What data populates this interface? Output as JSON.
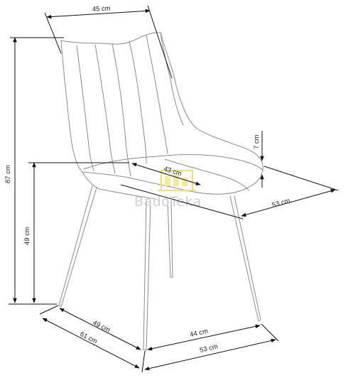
{
  "colors": {
    "background": "#ffffff",
    "outline": "#8c8c8c",
    "dimension_line": "#111111",
    "watermark_text": "#cfcfcf",
    "watermark_logo": "#f1e06a"
  },
  "dimensions": {
    "seat_back_width": "45 cm",
    "total_height": "87 cm",
    "seat_height": "49 cm",
    "backrest_curve_depth": "7 cm",
    "seat_width": "43 cm",
    "seat_depth": "53 cm",
    "base_depth_inner": "49 cm",
    "base_depth_outer": "61 cm",
    "base_width_inner": "44 cm",
    "base_width_outer": "53 cm"
  },
  "watermark": {
    "text": "BadoTeka",
    "logo_icon": "building-logo-icon"
  }
}
